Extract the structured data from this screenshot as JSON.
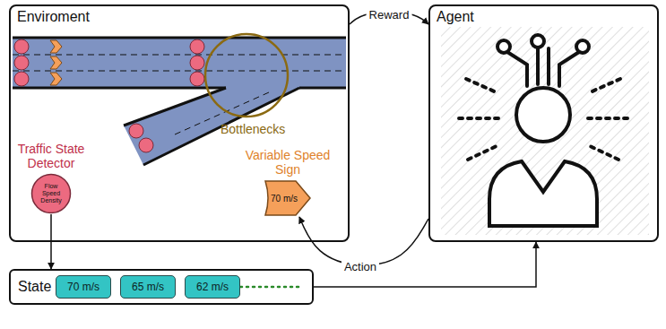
{
  "diagram": {
    "nodes": [
      {
        "text": [
          "Enviroment"
        ]
      },
      {
        "text": [
          "Traffic State Detector",
          "Flow Speed Density"
        ],
        "in": 0
      },
      {
        "text": [
          "Variable Speed Sign",
          "70 m/s"
        ],
        "in": 0
      },
      {
        "text": [
          "Agent"
        ]
      },
      {
        "text": [
          "State"
        ]
      },
      {
        "text": [
          "70 m/s"
        ],
        "in": 4
      },
      {
        "text": [
          "65 m/s"
        ],
        "in": 4
      },
      {
        "text": [
          "62 m/s"
        ],
        "in": 4
      }
    ],
    "edges": [
      {
        "from": 0,
        "to": 3,
        "arrow": "to",
        "label": "Reward"
      },
      {
        "from": 3,
        "to": 2,
        "arrow": "to",
        "label": "Action"
      },
      {
        "from": 1,
        "to": 4,
        "arrow": "to"
      },
      {
        "from": 4,
        "to": 3,
        "arrow": "to"
      }
    ],
    "labels": [
      "Bottlenecks"
    ]
  }
}
